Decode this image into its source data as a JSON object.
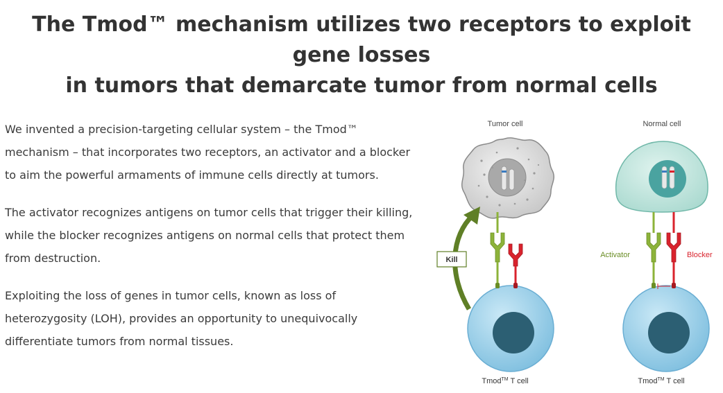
{
  "heading": {
    "line1": "The Tmod™ mechanism utilizes two receptors to exploit gene losses",
    "line2": "in tumors that demarcate tumor from normal cells"
  },
  "paragraphs": [
    "We invented a precision-targeting cellular system – the Tmod™ mechanism – that incorporates two receptors, an activator and a blocker to aim the powerful armaments of immune cells directly at tumors.",
    "The activator recognizes antigens on tumor cells that trigger their killing, while the blocker recognizes antigens on normal cells that protect them from destruction.",
    "Exploiting the loss of genes in tumor cells, known as loss of heterozygosity (LOH), provides an opportunity to unequivocally differentiate tumors from normal tissues."
  ],
  "diagram": {
    "tumor_cell_label": "Tumor cell",
    "normal_cell_label": "Normal cell",
    "kill_label": "Kill",
    "activator_label": "Activator",
    "blocker_label": "Blocker",
    "tcell_label_left": "TmodTM T cell",
    "tcell_label_right": "TmodTM T cell",
    "tcell_name": "Tmod",
    "tcell_sup": "TM",
    "tcell_suffix": " T cell",
    "colors": {
      "activator": "#8db33a",
      "blocker": "#d9232d",
      "kill_arrow": "#5f7f26",
      "tcell": "#8ccbe8",
      "tcell_nucleus": "#2c5f73",
      "tumor_cell": "#d8d8d8",
      "normal_cell": "#bfe4dc",
      "normal_nucleus": "#3f9c99"
    }
  }
}
